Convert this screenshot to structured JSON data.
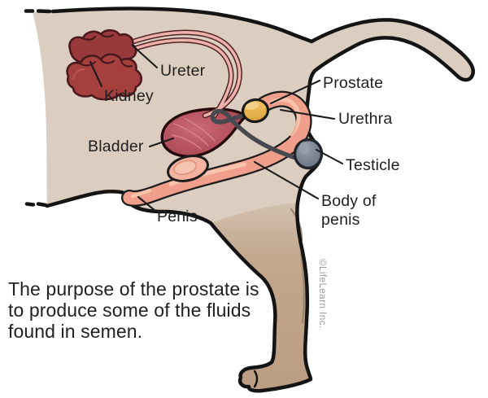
{
  "diagram": {
    "labels": {
      "ureter": "Ureter",
      "kidney": "Kidney",
      "bladder": "Bladder",
      "prostate": "Prostate",
      "urethra": "Urethra",
      "testicle": "Testicle",
      "body_of_penis_line1": "Body of",
      "body_of_penis_line2": "penis",
      "penis": "Penis"
    },
    "caption": {
      "line1": "The purpose of the prostate is",
      "line2": "to produce some of the fluids",
      "line3": "found in semen."
    },
    "credit": "©LifeLearn Inc.",
    "colors": {
      "background": "#ffffff",
      "body_fill": "#dbcdbf",
      "leg_fill": "#bfa287",
      "outline": "#141414",
      "kidney": "#a5403f",
      "ureter": "#eeb2ab",
      "bladder": "#b5505e",
      "prostate": "#e8b54d",
      "urethra_penis": "#ef9f8b",
      "testicle": "#7c8694",
      "vas_deferens": "#47494f",
      "label_text": "#1f1f1f",
      "credit_text": "#9b9b9b"
    }
  }
}
